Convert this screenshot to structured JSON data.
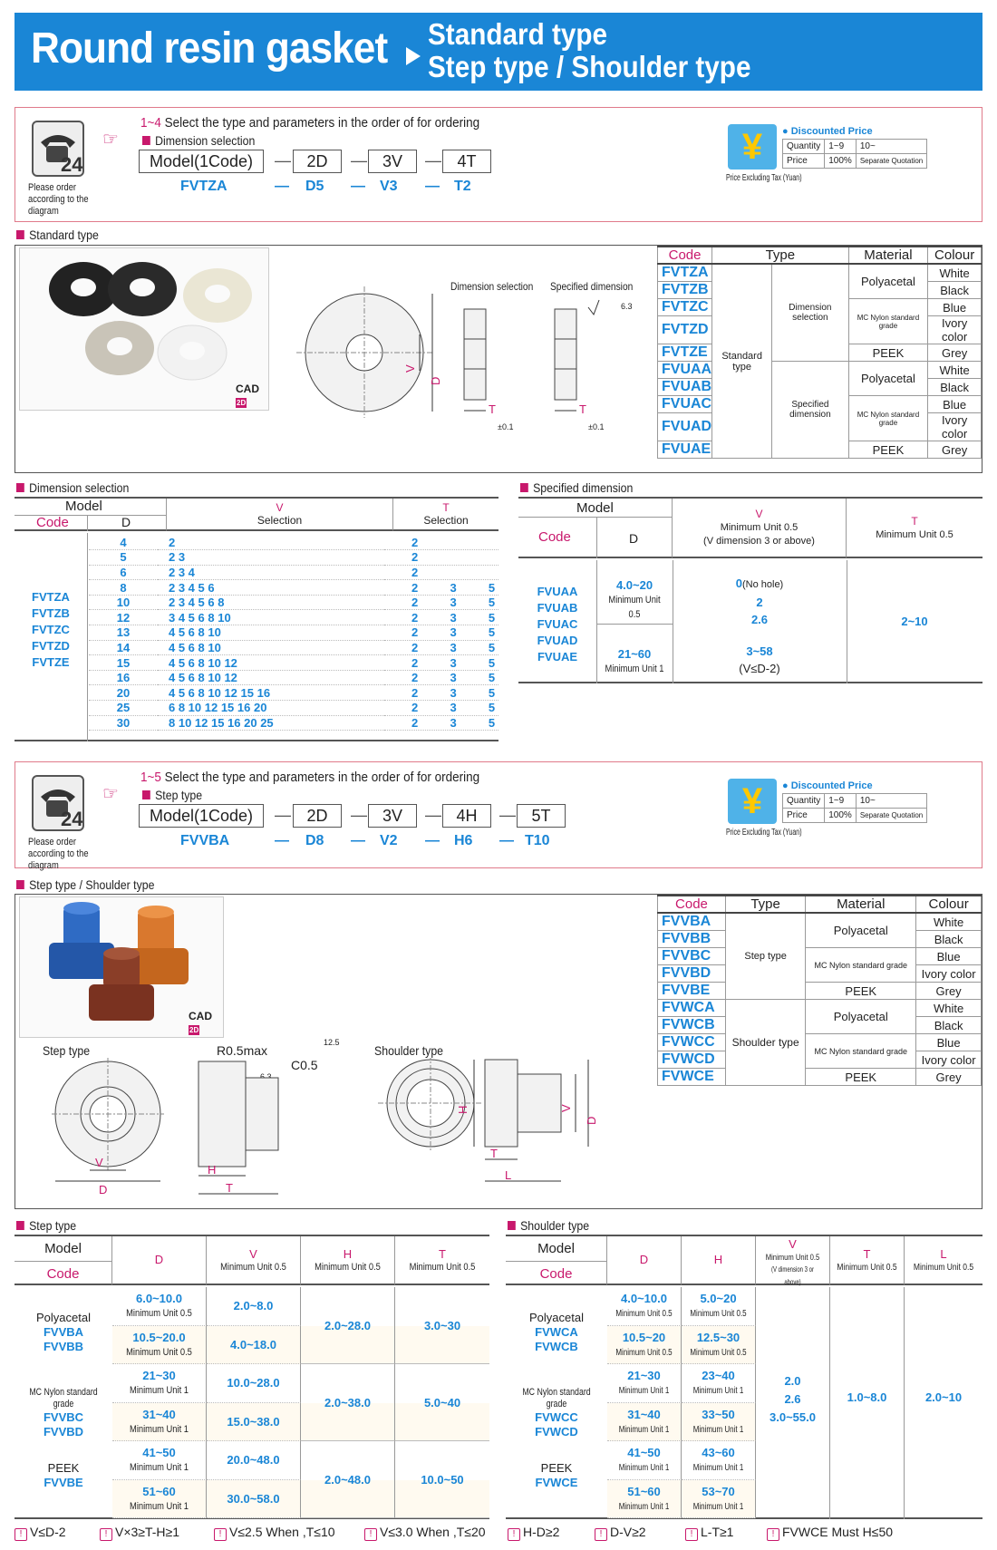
{
  "header": {
    "title": "Round resin gasket",
    "sub1": "Standard type",
    "sub2": "Step type / Shoulder type"
  },
  "order1": {
    "instruction_range": "1~4",
    "instruction": "Select the type and parameters in the order of for ordering",
    "note": "Please order according to the diagram",
    "section": "Dimension selection",
    "boxes": [
      "Model(1Code)",
      "2D",
      "3V",
      "4T"
    ],
    "example": [
      "FVTZA",
      "D5",
      "V3",
      "T2"
    ]
  },
  "price": {
    "title": "Discounted Price",
    "qty_label": "Quantity",
    "q1": "1~9",
    "q2": "10~",
    "price_label": "Price",
    "p1": "100%",
    "p2": "Separate Quotation",
    "tax": "Price Excluding Tax (Yuan)"
  },
  "standard": {
    "title": "Standard type",
    "labels": {
      "dimsel": "Dimension selection",
      "specdim": "Specified dimension",
      "roughness": "6.3",
      "tol": "±0.1",
      "cad": "CAD"
    },
    "code_header": [
      "Code",
      "Type",
      "Material",
      "Colour"
    ],
    "codes": [
      "FVTZA",
      "FVTZB",
      "FVTZC",
      "FVTZD",
      "FVTZE",
      "FVUAA",
      "FVUAB",
      "FVUAC",
      "FVUAD",
      "FVUAE"
    ],
    "type": "Standard type",
    "sub_a": "Dimension selection",
    "sub_b": "Specified dimension",
    "materials": [
      "Polyacetal",
      "MC Nylon standard grade",
      "PEEK"
    ],
    "colours": [
      "White",
      "Black",
      "Blue",
      "Ivory color",
      "Grey",
      "White",
      "Black",
      "Blue",
      "Ivory color",
      "Grey"
    ]
  },
  "dimsel": {
    "title": "Dimension selection",
    "h_model": "Model",
    "h_code": "Code",
    "h_d": "D",
    "h_v": "V",
    "h_vsel": "Selection",
    "h_t": "T",
    "h_tsel": "Selection",
    "codes": [
      "FVTZA",
      "FVTZB",
      "FVTZC",
      "FVTZD",
      "FVTZE"
    ],
    "rows": [
      {
        "d": "4",
        "v": "2",
        "t": "2"
      },
      {
        "d": "5",
        "v": "2 3",
        "t": "2"
      },
      {
        "d": "6",
        "v": "2 3 4",
        "t": "2"
      },
      {
        "d": "8",
        "v": "2 3 4 5 6",
        "t": "2  3  5"
      },
      {
        "d": "10",
        "v": "2 3 4 5 6 8",
        "t": "2  3  5"
      },
      {
        "d": "12",
        "v": "3 4 5 6 8 10",
        "t": "2  3  5"
      },
      {
        "d": "13",
        "v": "4 5 6 8 10",
        "t": "2  3  5"
      },
      {
        "d": "14",
        "v": "4 5 6 8 10",
        "t": "2  3  5"
      },
      {
        "d": "15",
        "v": "4 5 6 8 10 12",
        "t": "2  3  5"
      },
      {
        "d": "16",
        "v": "4 5 6 8 10 12",
        "t": "2  3  5"
      },
      {
        "d": "20",
        "v": "4 5 6 8 10 12 15 16",
        "t": "2  3  5"
      },
      {
        "d": "25",
        "v": "6 8 10 12 15 16 20",
        "t": "2  3  5"
      },
      {
        "d": "30",
        "v": "8 10 12 15 16 20 25",
        "t": "2  3  5"
      }
    ]
  },
  "specdim": {
    "title": "Specified dimension",
    "h_model": "Model",
    "h_code": "Code",
    "h_d": "D",
    "h_v": "V",
    "h_vnote": "Minimum Unit 0.5",
    "h_vnote2": "(V dimension 3 or above)",
    "h_t": "T",
    "h_tnote": "Minimum Unit 0.5",
    "codes": [
      "FVUAA",
      "FVUAB",
      "FVUAC",
      "FVUAD",
      "FVUAE"
    ],
    "d1": "4.0~20",
    "d1n": "Minimum Unit 0.5",
    "d2": "21~60",
    "d2n": "Minimum Unit 1",
    "v1": "0",
    "v1n": "(No hole)",
    "v2": "2",
    "v3": "2.6",
    "v4": "3~58",
    "v5": "(V≤D-2)",
    "t": "2~10"
  },
  "order2": {
    "instruction_range": "1~5",
    "instruction": "Select the type and parameters in the order of for ordering",
    "note": "Please order according to the diagram",
    "section": "Step type",
    "boxes": [
      "Model(1Code)",
      "2D",
      "3V",
      "4H",
      "5T"
    ],
    "example": [
      "FVVBA",
      "D8",
      "V2",
      "H6",
      "T10"
    ]
  },
  "step": {
    "title": "Step type / Shoulder type",
    "step_label": "Step type",
    "shoulder_label": "Shoulder type",
    "r": "R0.5max",
    "c": "C0.5",
    "roughness": "12.5",
    "r63": "6.3",
    "cad": "CAD",
    "code_header": [
      "Code",
      "Type",
      "Material",
      "Colour"
    ],
    "codes": [
      "FVVBA",
      "FVVBB",
      "FVVBC",
      "FVVBD",
      "FVVBE",
      "FVWCA",
      "FVWCB",
      "FVWCC",
      "FVWCD",
      "FVWCE"
    ],
    "type1": "Step type",
    "type2": "Shoulder type",
    "materials": [
      "Polyacetal",
      "MC Nylon standard grade",
      "PEEK"
    ],
    "colours": [
      "White",
      "Black",
      "Blue",
      "Ivory color",
      "Grey",
      "White",
      "Black",
      "Blue",
      "Ivory color",
      "Grey"
    ]
  },
  "steptbl": {
    "title": "Step type",
    "h_model": "Model",
    "h_code": "Code",
    "h_d": "D",
    "h_v": "V",
    "h_h": "H",
    "h_t": "T",
    "mu05": "Minimum Unit 0.5",
    "mu1": "Minimum Unit 1",
    "m1": "Polyacetal",
    "c1a": "FVVBA",
    "c1b": "FVVBB",
    "m2": "MC Nylon standard grade",
    "c2a": "FVVBC",
    "c2b": "FVVBD",
    "m3": "PEEK",
    "c3": "FVVBE",
    "d": [
      "6.0~10.0",
      "10.5~20.0",
      "21~30",
      "31~40",
      "41~50",
      "51~60"
    ],
    "v": [
      "2.0~8.0",
      "4.0~18.0",
      "10.0~28.0",
      "15.0~38.0",
      "20.0~48.0",
      "30.0~58.0"
    ],
    "h": [
      "2.0~28.0",
      "2.0~38.0",
      "2.0~48.0"
    ],
    "t": [
      "3.0~30",
      "5.0~40",
      "10.0~50"
    ]
  },
  "shoultbl": {
    "title": "Shoulder type",
    "h_model": "Model",
    "h_code": "Code",
    "h_d": "D",
    "h_h": "H",
    "h_v": "V",
    "h_vn": "Minimum Unit 0.5",
    "h_vn2": "(V dimension 3 or above)",
    "h_t": "T",
    "h_tn": "Minimum Unit 0.5",
    "h_l": "L",
    "h_ln": "Minimum Unit 0.5",
    "mu05": "Minimum Unit 0.5",
    "mu1": "Minimum Unit 1",
    "m1": "Polyacetal",
    "c1a": "FVWCA",
    "c1b": "FVWCB",
    "m2": "MC Nylon standard grade",
    "c2a": "FVWCC",
    "c2b": "FVWCD",
    "m3": "PEEK",
    "c3": "FVWCE",
    "d": [
      "4.0~10.0",
      "10.5~20",
      "21~30",
      "31~40",
      "41~50",
      "51~60"
    ],
    "h": [
      "5.0~20",
      "12.5~30",
      "23~40",
      "33~50",
      "43~60",
      "53~70"
    ],
    "v1": "2.0",
    "v2": "2.6",
    "v3": "3.0~55.0",
    "t": "1.0~8.0",
    "l": "2.0~10"
  },
  "footer": [
    "V≤D-2",
    "V×3≥T-H≥1",
    "V≤2.5 When ,T≤10",
    "V≤3.0 When ,T≤20",
    "H-D≥2",
    "D-V≥2",
    "L-T≥1",
    "FVWCE Must H≤50"
  ]
}
